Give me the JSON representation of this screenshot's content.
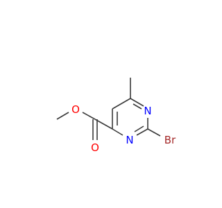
{
  "molecule": {
    "atoms": {
      "ester_oxygen": {
        "label": "O",
        "color": "#ff0000"
      },
      "carbonyl_oxygen": {
        "label": "O",
        "color": "#ff0000"
      },
      "ring_nitrogen_upper": {
        "label": "N",
        "color": "#0000ff"
      },
      "ring_nitrogen_lower": {
        "label": "N",
        "color": "#0000ff"
      },
      "bromine": {
        "label": "Br",
        "color": "#a52a2a"
      }
    },
    "bond_color": "#3a3a3a"
  }
}
